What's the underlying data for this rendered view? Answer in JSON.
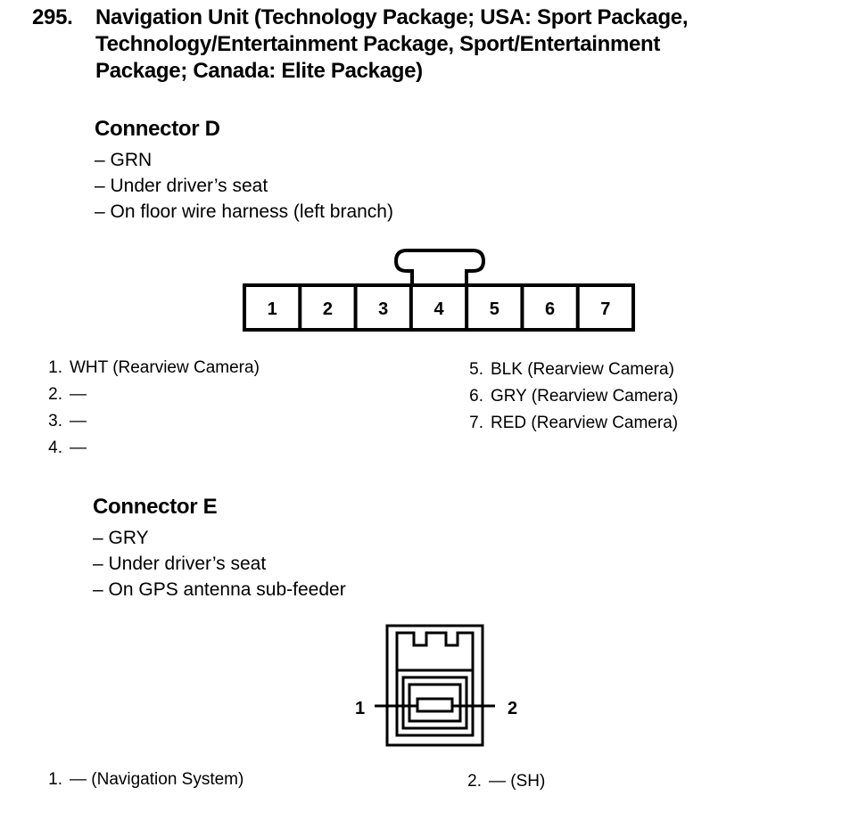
{
  "section_number": "295.",
  "title_lines": [
    "Navigation Unit (Technology Package; USA: Sport Package,",
    "Technology/Entertainment Package, Sport/Entertainment",
    "Package; Canada: Elite Package)"
  ],
  "connector_d": {
    "title": "Connector D",
    "details": [
      "– GRN",
      "– Under driver’s seat",
      "– On floor wire harness (left branch)"
    ],
    "cavity_numbers": [
      "1",
      "2",
      "3",
      "4",
      "5",
      "6",
      "7"
    ],
    "pins_left": [
      {
        "num": "1.",
        "text": "WHT (Rearview Camera)"
      },
      {
        "num": "2.",
        "text": "—"
      },
      {
        "num": "3.",
        "text": "—"
      },
      {
        "num": "4.",
        "text": "—"
      }
    ],
    "pins_right": [
      {
        "num": "5.",
        "text": "BLK (Rearview Camera)"
      },
      {
        "num": "6.",
        "text": "GRY (Rearview Camera)"
      },
      {
        "num": "7.",
        "text": "RED (Rearview Camera)"
      }
    ]
  },
  "connector_e": {
    "title": "Connector E",
    "details": [
      "– GRY",
      "– Under driver’s seat",
      "– On GPS antenna sub-feeder"
    ],
    "diagram_labels": [
      "1",
      "2"
    ],
    "pins": [
      {
        "num": "1.",
        "text": "— (Navigation System)"
      },
      {
        "num": "2.",
        "text": "— (SH)"
      }
    ]
  }
}
